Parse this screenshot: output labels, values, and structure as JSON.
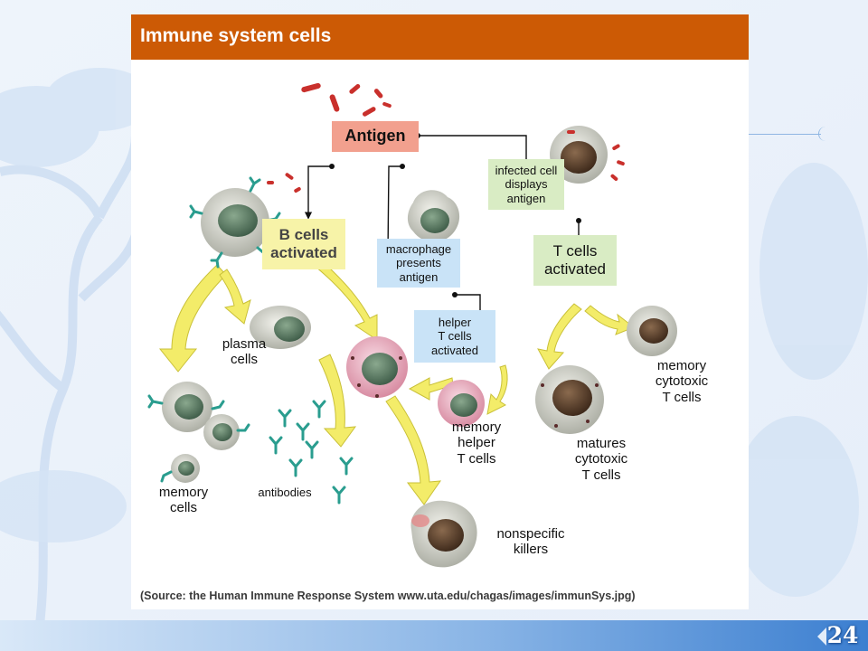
{
  "figure": {
    "title": "Immune system cells",
    "source": "(Source: the Human Immune Response System www.uta.edu/chagas/images/immunSys.jpg)"
  },
  "boxes": {
    "antigen": "Antigen",
    "infected": "infected cell\ndisplays\nantigen",
    "b_cells": "B cells\nactivated",
    "macrophage": "macrophage\npresents\nantigen",
    "t_cells": "T cells\nactivated",
    "helper": "helper\nT cells\nactivated"
  },
  "labels": {
    "plasma": "plasma\ncells",
    "memory_cells": "memory\ncells",
    "antibodies": "antibodies",
    "memory_helper": "memory\nhelper\nT cells",
    "matures_cytotoxic": "matures\ncytotoxic\nT cells",
    "memory_cytotoxic": "memory\ncytotoxic\nT cells",
    "nonspecific": "nonspecific\nkillers"
  },
  "slide": {
    "page_number": "24"
  },
  "colors": {
    "header": "#cc5a05",
    "antigen_box": "#f2a08e",
    "green_box": "#d9ecc4",
    "blue_box": "#c9e3f7",
    "yellow_arrow": "#f3ec62",
    "antibody": "#2a9d8f",
    "antigen_particle": "#c9302c"
  }
}
